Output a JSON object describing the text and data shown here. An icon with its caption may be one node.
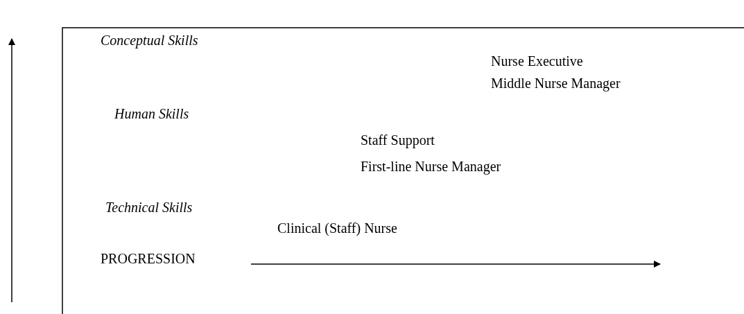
{
  "diagram": {
    "labels": [
      "Conceptual Skills",
      "Nurse Executive",
      "Middle Nurse Manager",
      "Human Skills",
      "Staff Support",
      "First-line Nurse Manager",
      "Technical Skills",
      "Clinical (Staff) Nurse",
      "PROGRESSION"
    ]
  }
}
